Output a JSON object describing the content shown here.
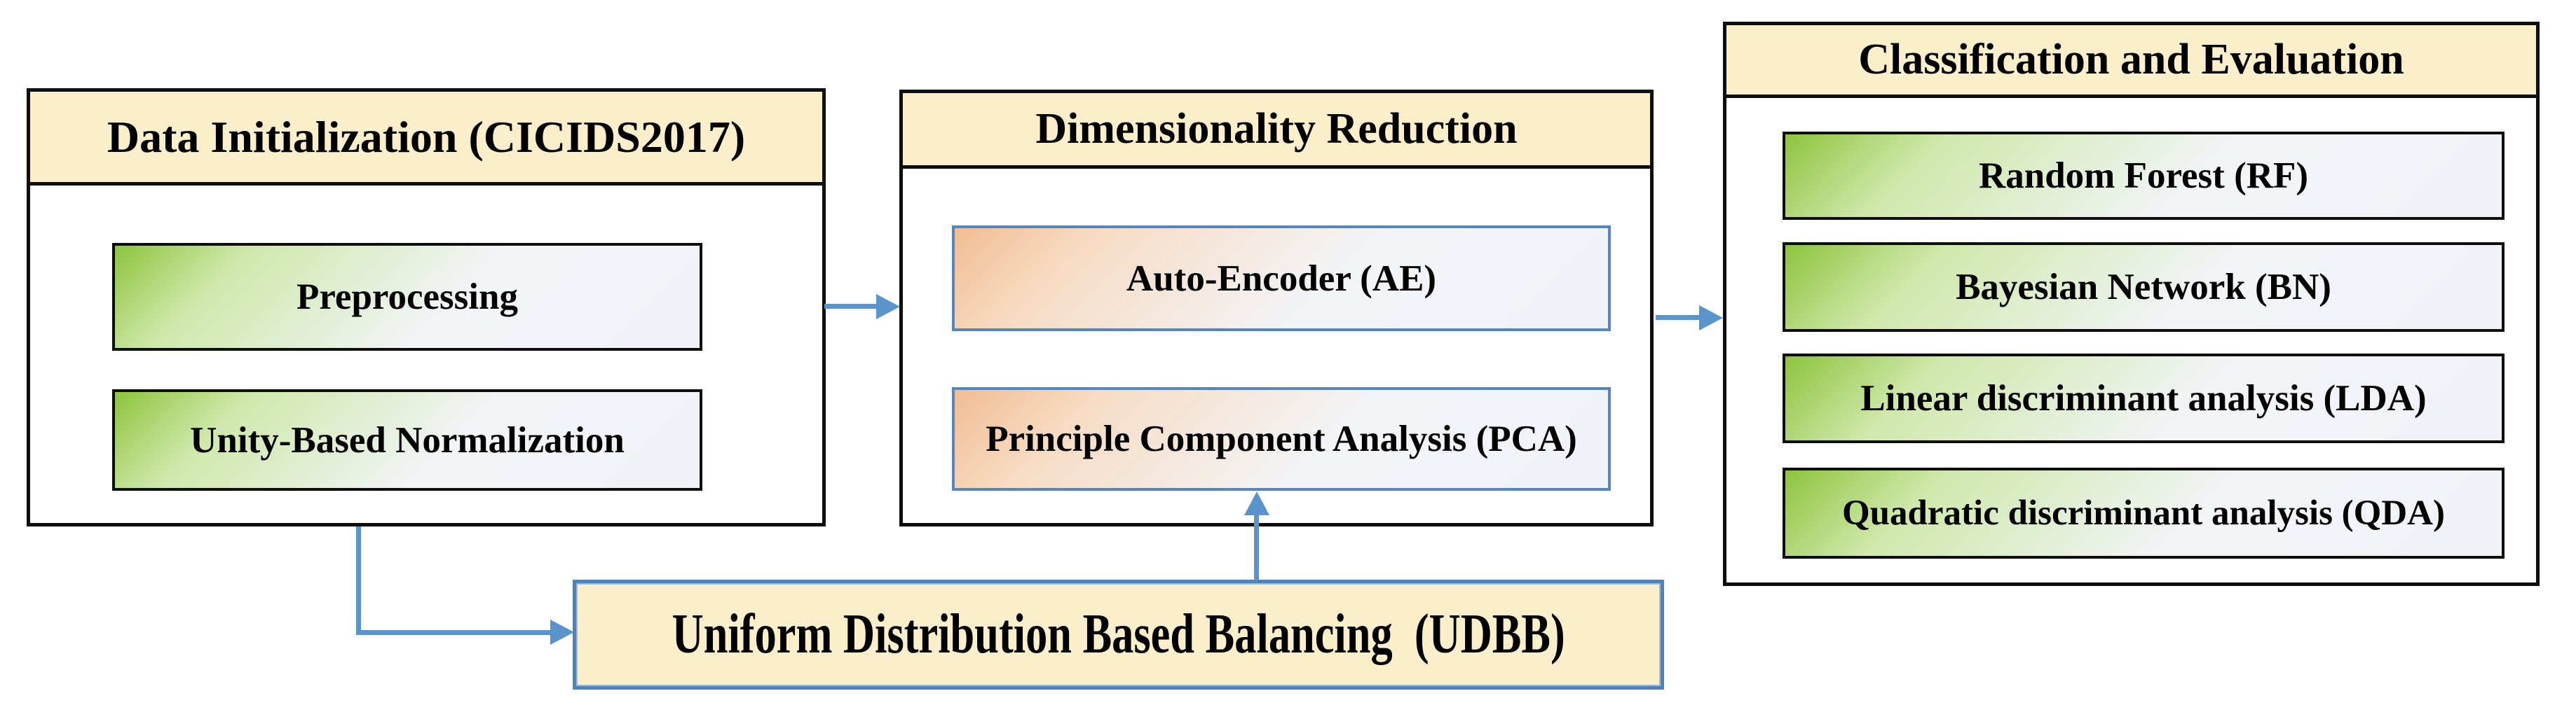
{
  "figure": {
    "description": "Machine learning pipeline flowchart",
    "palette": {
      "header_fill": "#fbeecb",
      "green_gradient_start": "#8cc43d",
      "peach_gradient_start": "#f1bd92",
      "arrow_blue": "#5b93cb",
      "blue_border": "#5586be",
      "black_border": "#0e0e0e",
      "background": "#ffffff"
    }
  },
  "panels": [
    {
      "title": "Data Initialization (CICIDS2017)",
      "items": [
        {
          "label": "Preprocessing"
        },
        {
          "label": "Unity-Based Normalization"
        }
      ]
    },
    {
      "title": "Dimensionality Reduction",
      "items": [
        {
          "label": "Auto-Encoder (AE)"
        },
        {
          "label": "Principle Component Analysis (PCA)"
        }
      ]
    },
    {
      "title": "Classification and Evaluation",
      "items": [
        {
          "label": "Random Forest (RF)"
        },
        {
          "label": "Bayesian Network (BN)"
        },
        {
          "label": "Linear discriminant analysis (LDA)"
        },
        {
          "label": "Quadratic discriminant analysis (QDA)"
        }
      ]
    }
  ],
  "udbb": {
    "label": "Uniform Distribution Based Balancing  (UDBB)"
  }
}
